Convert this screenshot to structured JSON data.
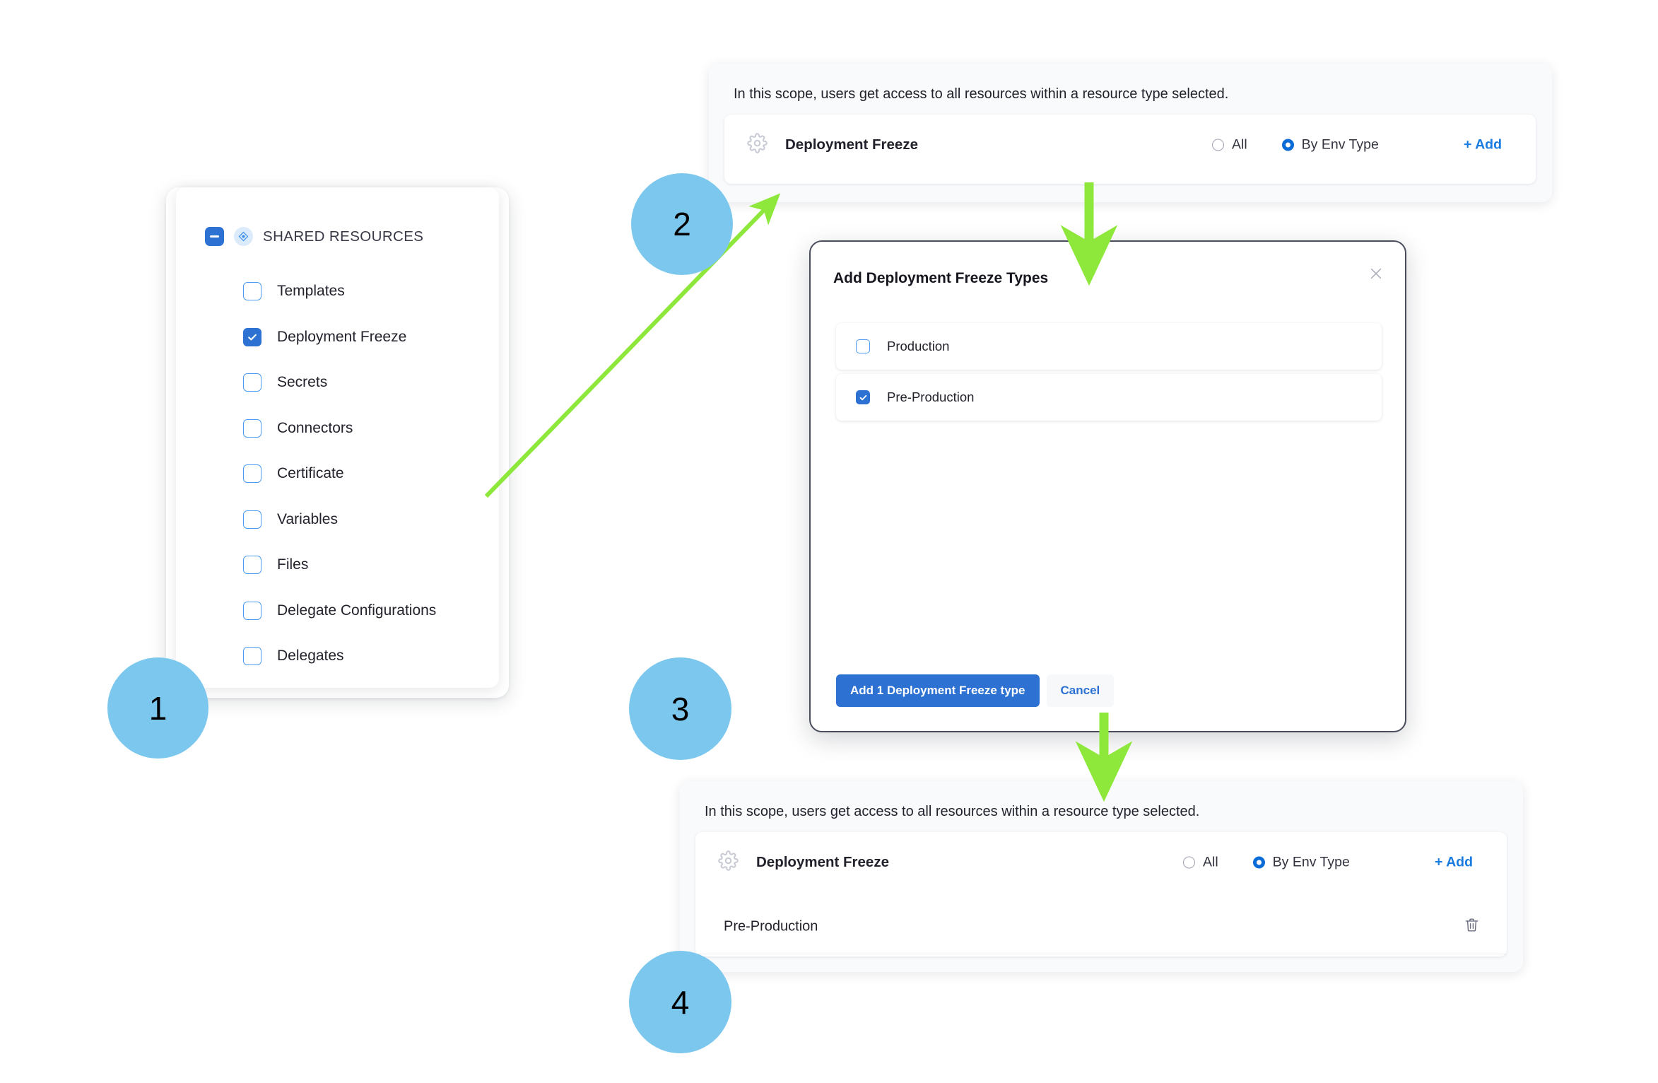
{
  "steps": [
    {
      "number": "1"
    },
    {
      "number": "2"
    },
    {
      "number": "3"
    },
    {
      "number": "4"
    }
  ],
  "colors": {
    "step_circle": "#7CC7EE",
    "arrow": "#8EE83C",
    "accent_blue": "#2D72D2",
    "link_blue": "#1A7BE0",
    "panel_bg": "#F8FAFC"
  },
  "sidebar": {
    "group_title": "SHARED RESOURCES",
    "group_checkbox_state": "indeterminate",
    "items": [
      {
        "label": "Templates",
        "checked": false
      },
      {
        "label": "Deployment Freeze",
        "checked": true
      },
      {
        "label": "Secrets",
        "checked": false
      },
      {
        "label": "Connectors",
        "checked": false
      },
      {
        "label": "Certificate",
        "checked": false
      },
      {
        "label": "Variables",
        "checked": false
      },
      {
        "label": "Files",
        "checked": false
      },
      {
        "label": "Delegate Configurations",
        "checked": false
      },
      {
        "label": "Delegates",
        "checked": false
      }
    ]
  },
  "scope_panel_top": {
    "description": "In this scope, users get access to all resources within a resource type selected.",
    "resource_name": "Deployment Freeze",
    "radio_all_label": "All",
    "radio_env_label": "By Env Type",
    "selected_radio": "By Env Type",
    "add_label": "+ Add"
  },
  "modal": {
    "title": "Add Deployment Freeze Types",
    "close_icon": "close-icon",
    "options": [
      {
        "label": "Production",
        "checked": false
      },
      {
        "label": "Pre-Production",
        "checked": true
      }
    ],
    "primary_button": "Add 1 Deployment Freeze type",
    "cancel_button": "Cancel"
  },
  "scope_panel_bottom": {
    "description": "In this scope, users get access to all resources within a resource type selected.",
    "resource_name": "Deployment Freeze",
    "radio_all_label": "All",
    "radio_env_label": "By Env Type",
    "selected_radio": "By Env Type",
    "add_label": "+ Add",
    "selected_rows": [
      {
        "label": "Pre-Production",
        "delete_icon": "trash-icon"
      }
    ]
  }
}
